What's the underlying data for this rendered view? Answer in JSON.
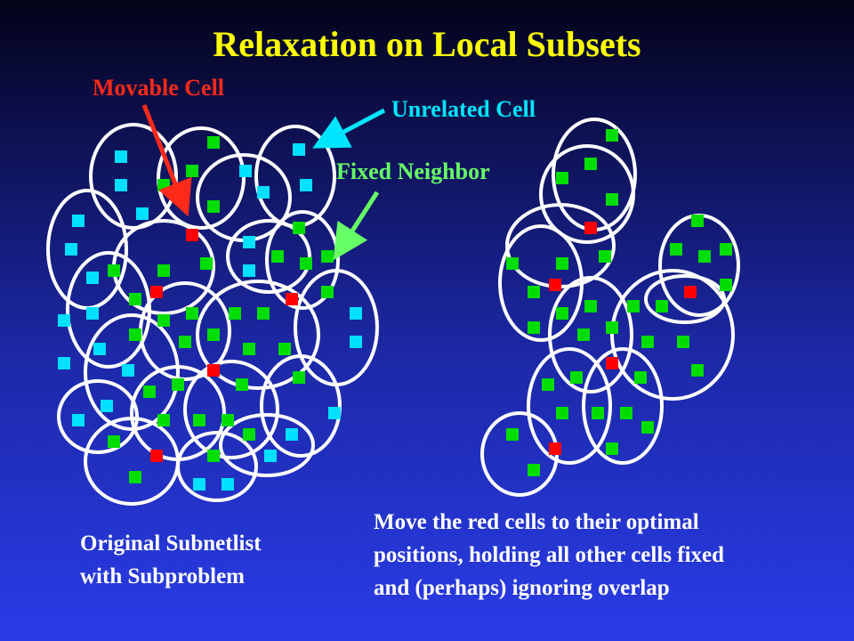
{
  "title": "Relaxation on Local Subsets",
  "labels": {
    "movable": "Movable Cell",
    "unrelated": "Unrelated Cell",
    "fixed": "Fixed Neighbor"
  },
  "captions": {
    "left_line1": "Original Subnetlist",
    "left_line2": "with Subproblem",
    "right_line1": "Move the red cells to their optimal",
    "right_line2": "positions, holding all other cells fixed",
    "right_line3": "and (perhaps) ignoring overlap"
  },
  "colors": {
    "title": "#ffff00",
    "movable": "#ff2a1a",
    "unrelated": "#00e5ff",
    "fixed": "#66ff66",
    "cell_green": "#00dd00",
    "cell_red": "#ff0000",
    "cell_cyan": "#00e0ff",
    "net_outline": "#ffffff"
  }
}
